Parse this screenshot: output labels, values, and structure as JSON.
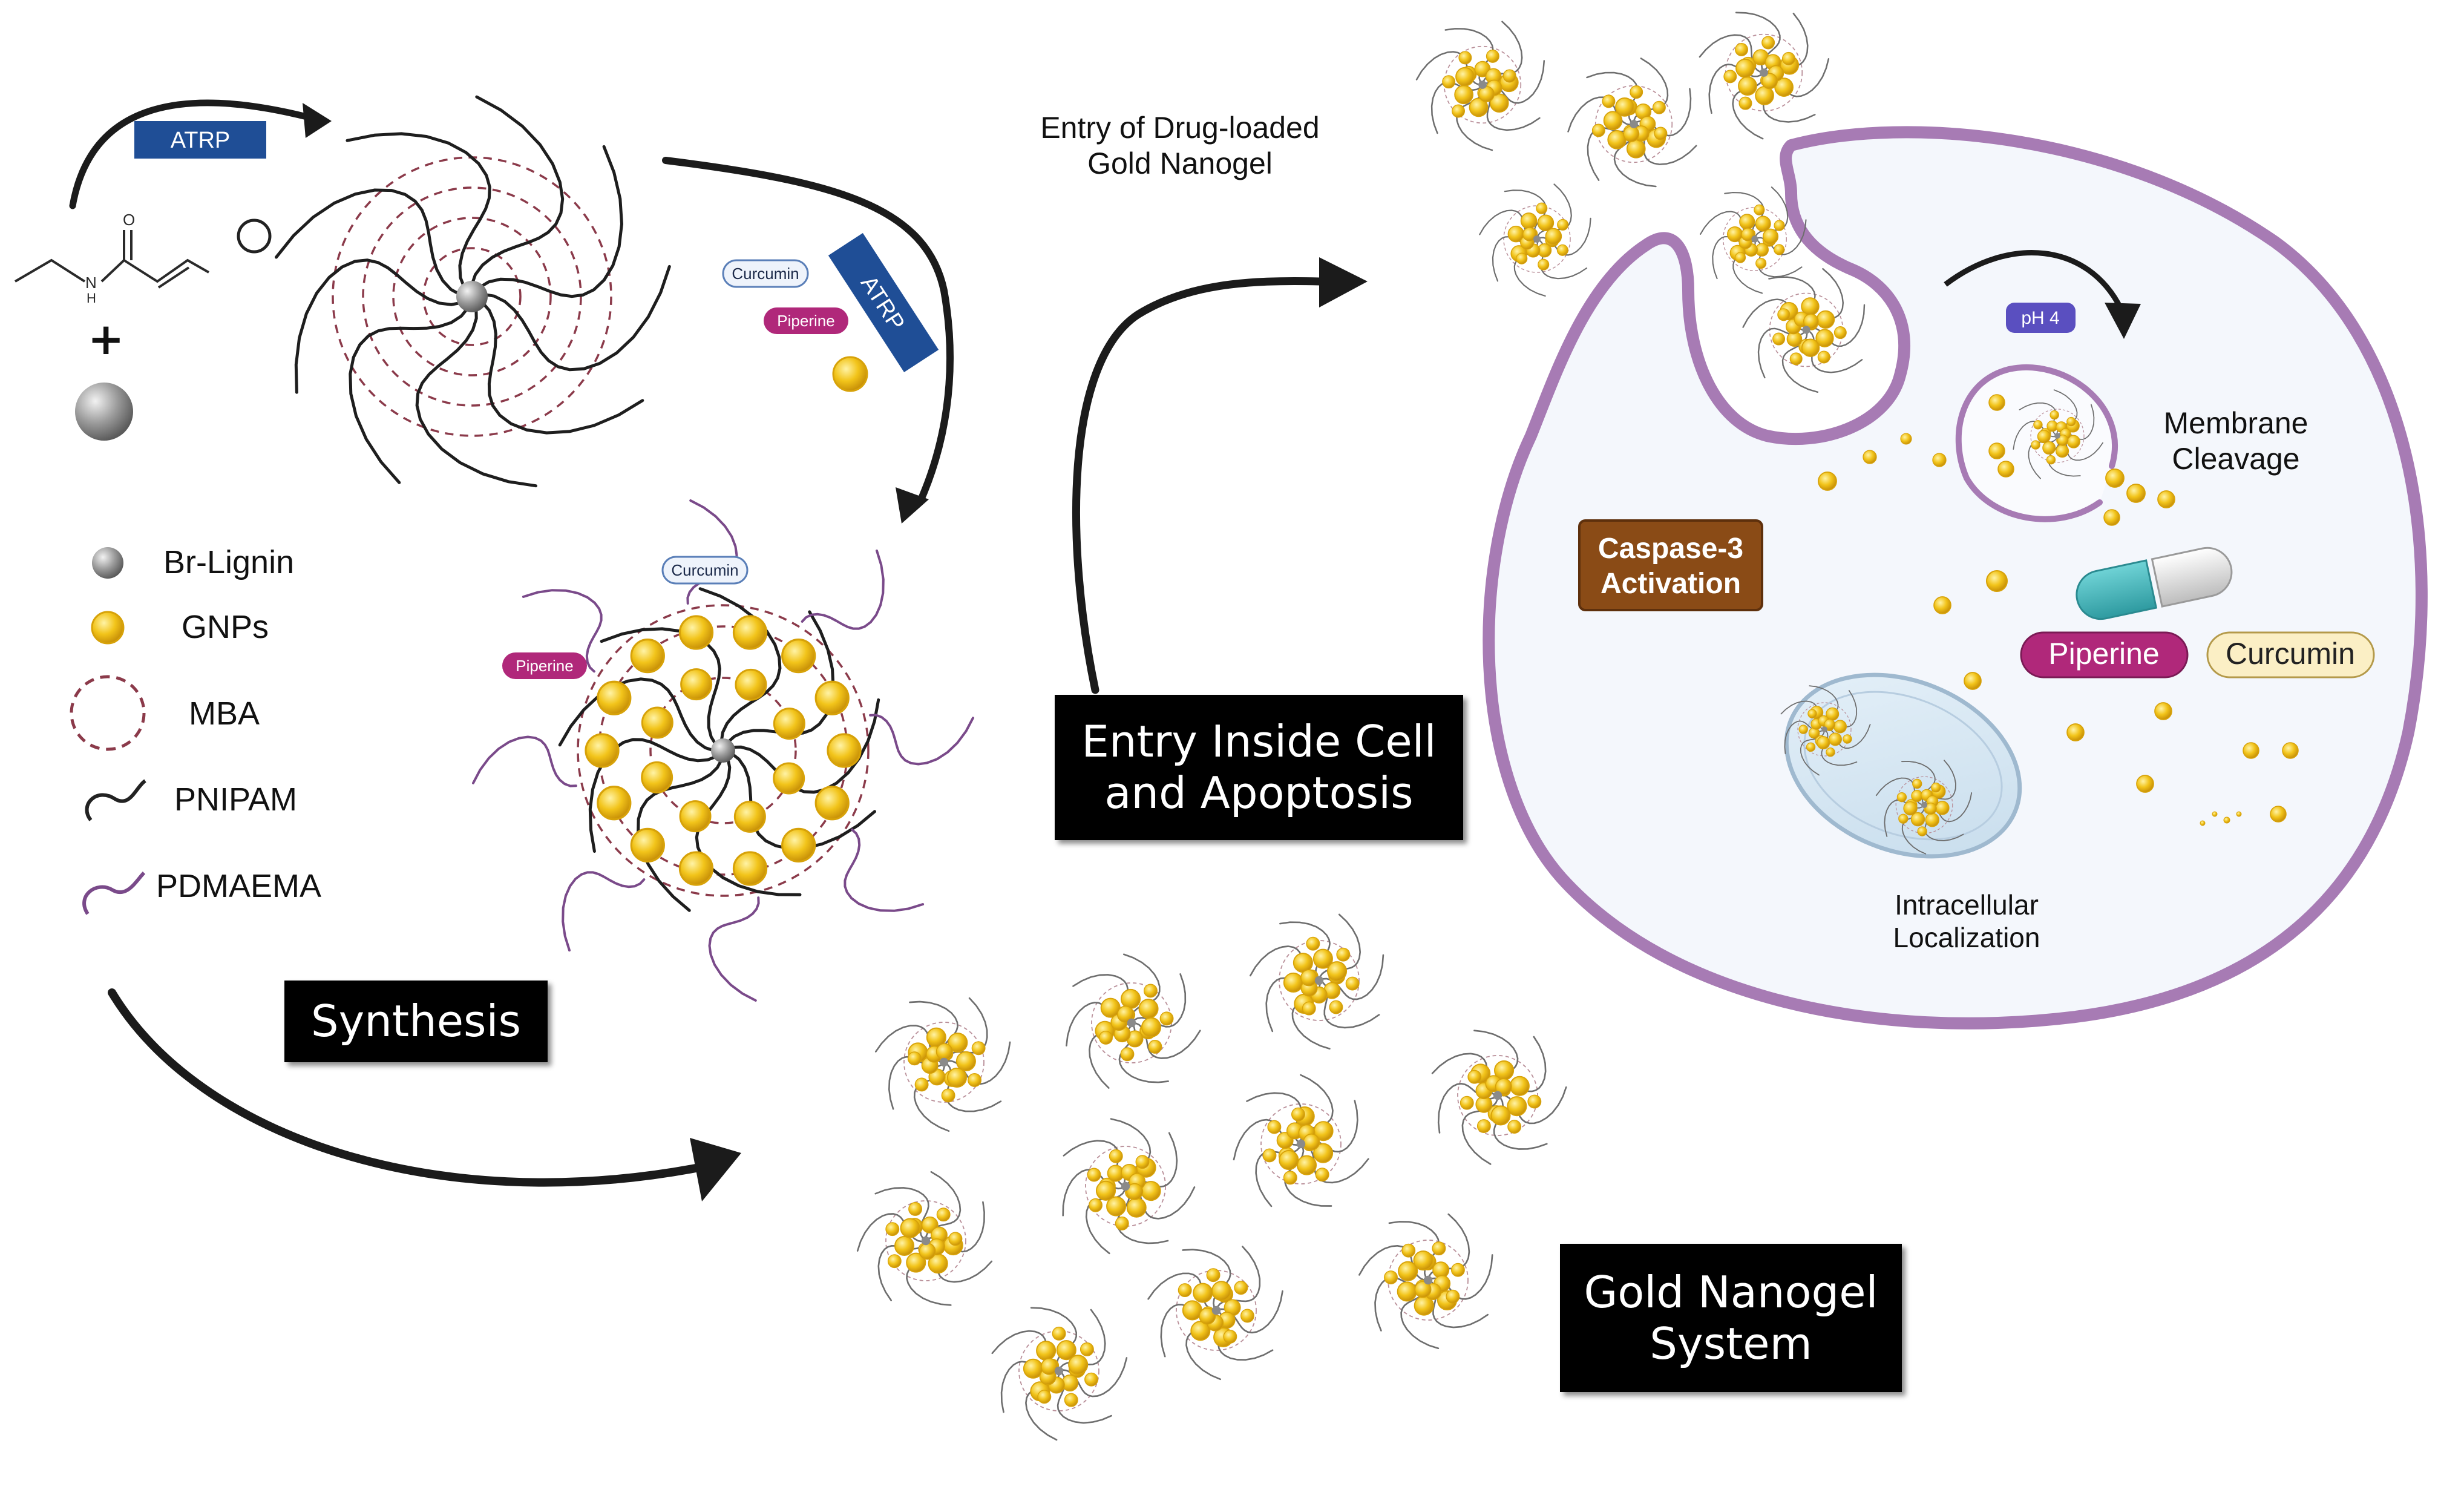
{
  "stages": {
    "synthesis": "Synthesis",
    "entry_line1": "Entry Inside Cell",
    "entry_line2": "and Apoptosis",
    "system_line1": "Gold Nanogel",
    "system_line2": "System"
  },
  "reaction": {
    "atrp_1": "ATRP",
    "atrp_2": "ATRP",
    "plus": "+",
    "curcumin_tag_1": "Curcumin",
    "piperine_tag_1": "Piperine",
    "curcumin_tag_2": "Curcumin",
    "piperine_tag_2": "Piperine",
    "amide_o": "O",
    "amide_nh": "N",
    "amide_h": "H"
  },
  "legend": [
    {
      "key": "br-lignin",
      "label": "Br-Lignin"
    },
    {
      "key": "gnps",
      "label": "GNPs"
    },
    {
      "key": "mba",
      "label": "MBA"
    },
    {
      "key": "pnipam",
      "label": "PNIPAM"
    },
    {
      "key": "pdmaema",
      "label": "PDMAEMA"
    }
  ],
  "cell": {
    "entry_note_line1": "Entry of Drug-loaded",
    "entry_note_line2": "Gold Nanogel",
    "ph_tag": "pH 4",
    "membrane_line1": "Membrane",
    "membrane_line2": "Cleavage",
    "caspase_line1": "Caspase-3",
    "caspase_line2": "Activation",
    "piperine_label": "Piperine",
    "curcumin_label": "Curcumin",
    "localization_line1": "Intracellular",
    "localization_line2": "Localization"
  },
  "colors": {
    "atrp_blue": "#1f4e96",
    "gold": "#f2c41a",
    "gold_edge": "#d7a209",
    "mba_dashed": "#8b3a4a",
    "pdmaema_purple": "#7a4a8a",
    "membrane_purple": "#a77bb4",
    "cell_fill": "#f3f6fb",
    "piperine_magenta": "#b0287a",
    "curcumin_cream": "#fbefc5",
    "caspase_brown": "#8a4b16",
    "ph_purple": "#5a4fc0",
    "capsule_teal": "#3fb3b8",
    "mito_blue": "#cfe2f0"
  }
}
